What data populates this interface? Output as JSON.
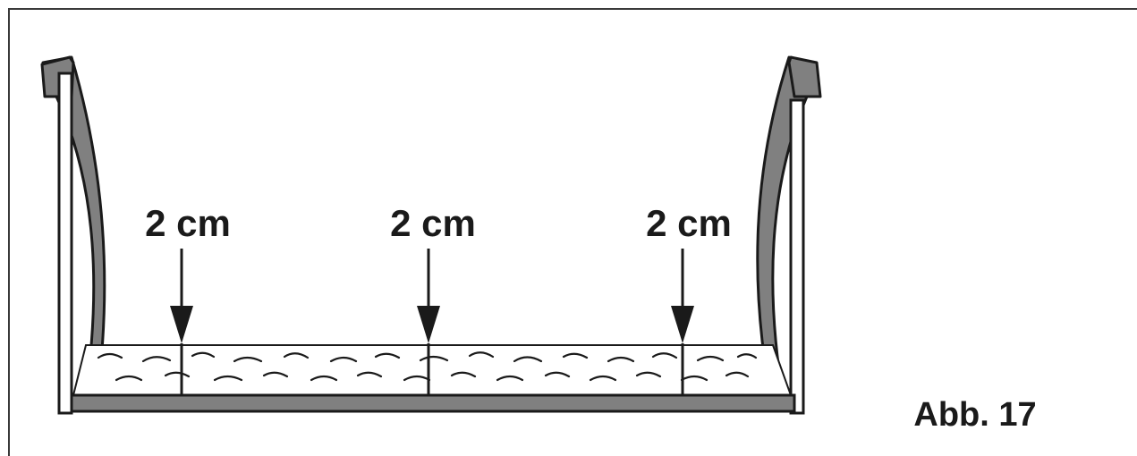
{
  "diagram": {
    "measurements": [
      {
        "label": "2 cm"
      },
      {
        "label": "2 cm"
      },
      {
        "label": "2 cm"
      }
    ],
    "figure_label": "Abb. 17"
  },
  "colors": {
    "frame_border": "#3a3a3a",
    "tray_fill": "#808080",
    "tray_outline": "#1a1a1a",
    "bedding_fill": "#ffffff",
    "text": "#1a1a1a"
  }
}
